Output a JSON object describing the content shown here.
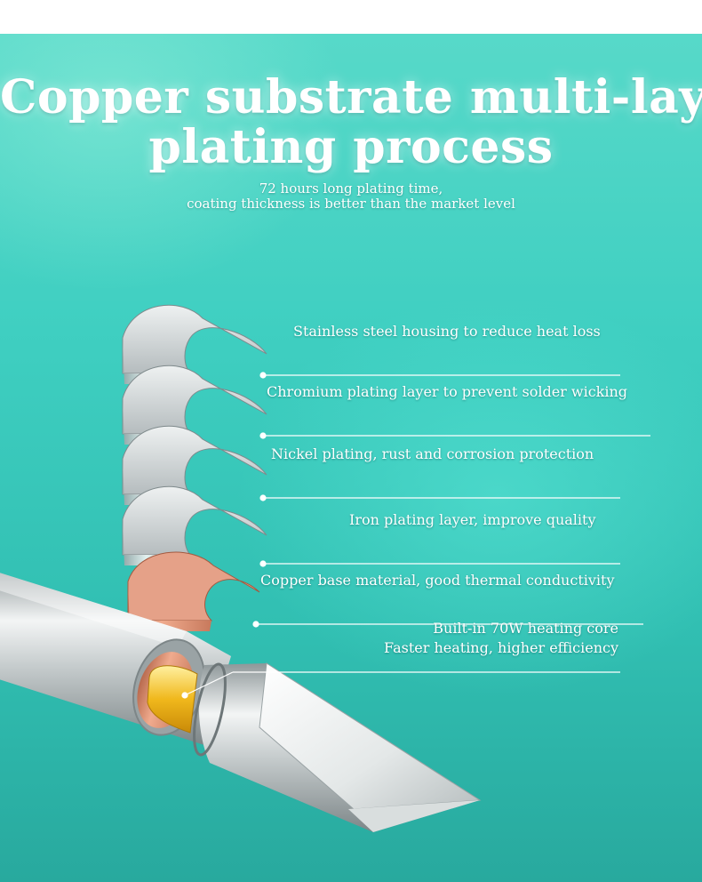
{
  "header": {
    "title_line1": "Copper substrate multi-layer",
    "title_line2": "plating process",
    "subtitle_line1": "72 hours long plating time,",
    "subtitle_line2": "coating thickness is better than the market level"
  },
  "layers": [
    {
      "label": "Stainless steel housing to reduce heat loss"
    },
    {
      "label": "Chromium plating layer to prevent solder wicking"
    },
    {
      "label": "Nickel plating, rust and corrosion protection"
    },
    {
      "label": "Iron plating layer, improve quality"
    },
    {
      "label": "Copper base material, good thermal conductivity"
    }
  ],
  "core": {
    "line1": "Built-in 70W heating core",
    "line2": "Faster heating, higher efficiency"
  },
  "colors": {
    "background_top": "#57d9c9",
    "background_bottom": "#28a99e",
    "copper": "#d98c6e",
    "heating_core": "#f0b81c",
    "steel": "#d8dcdc"
  }
}
